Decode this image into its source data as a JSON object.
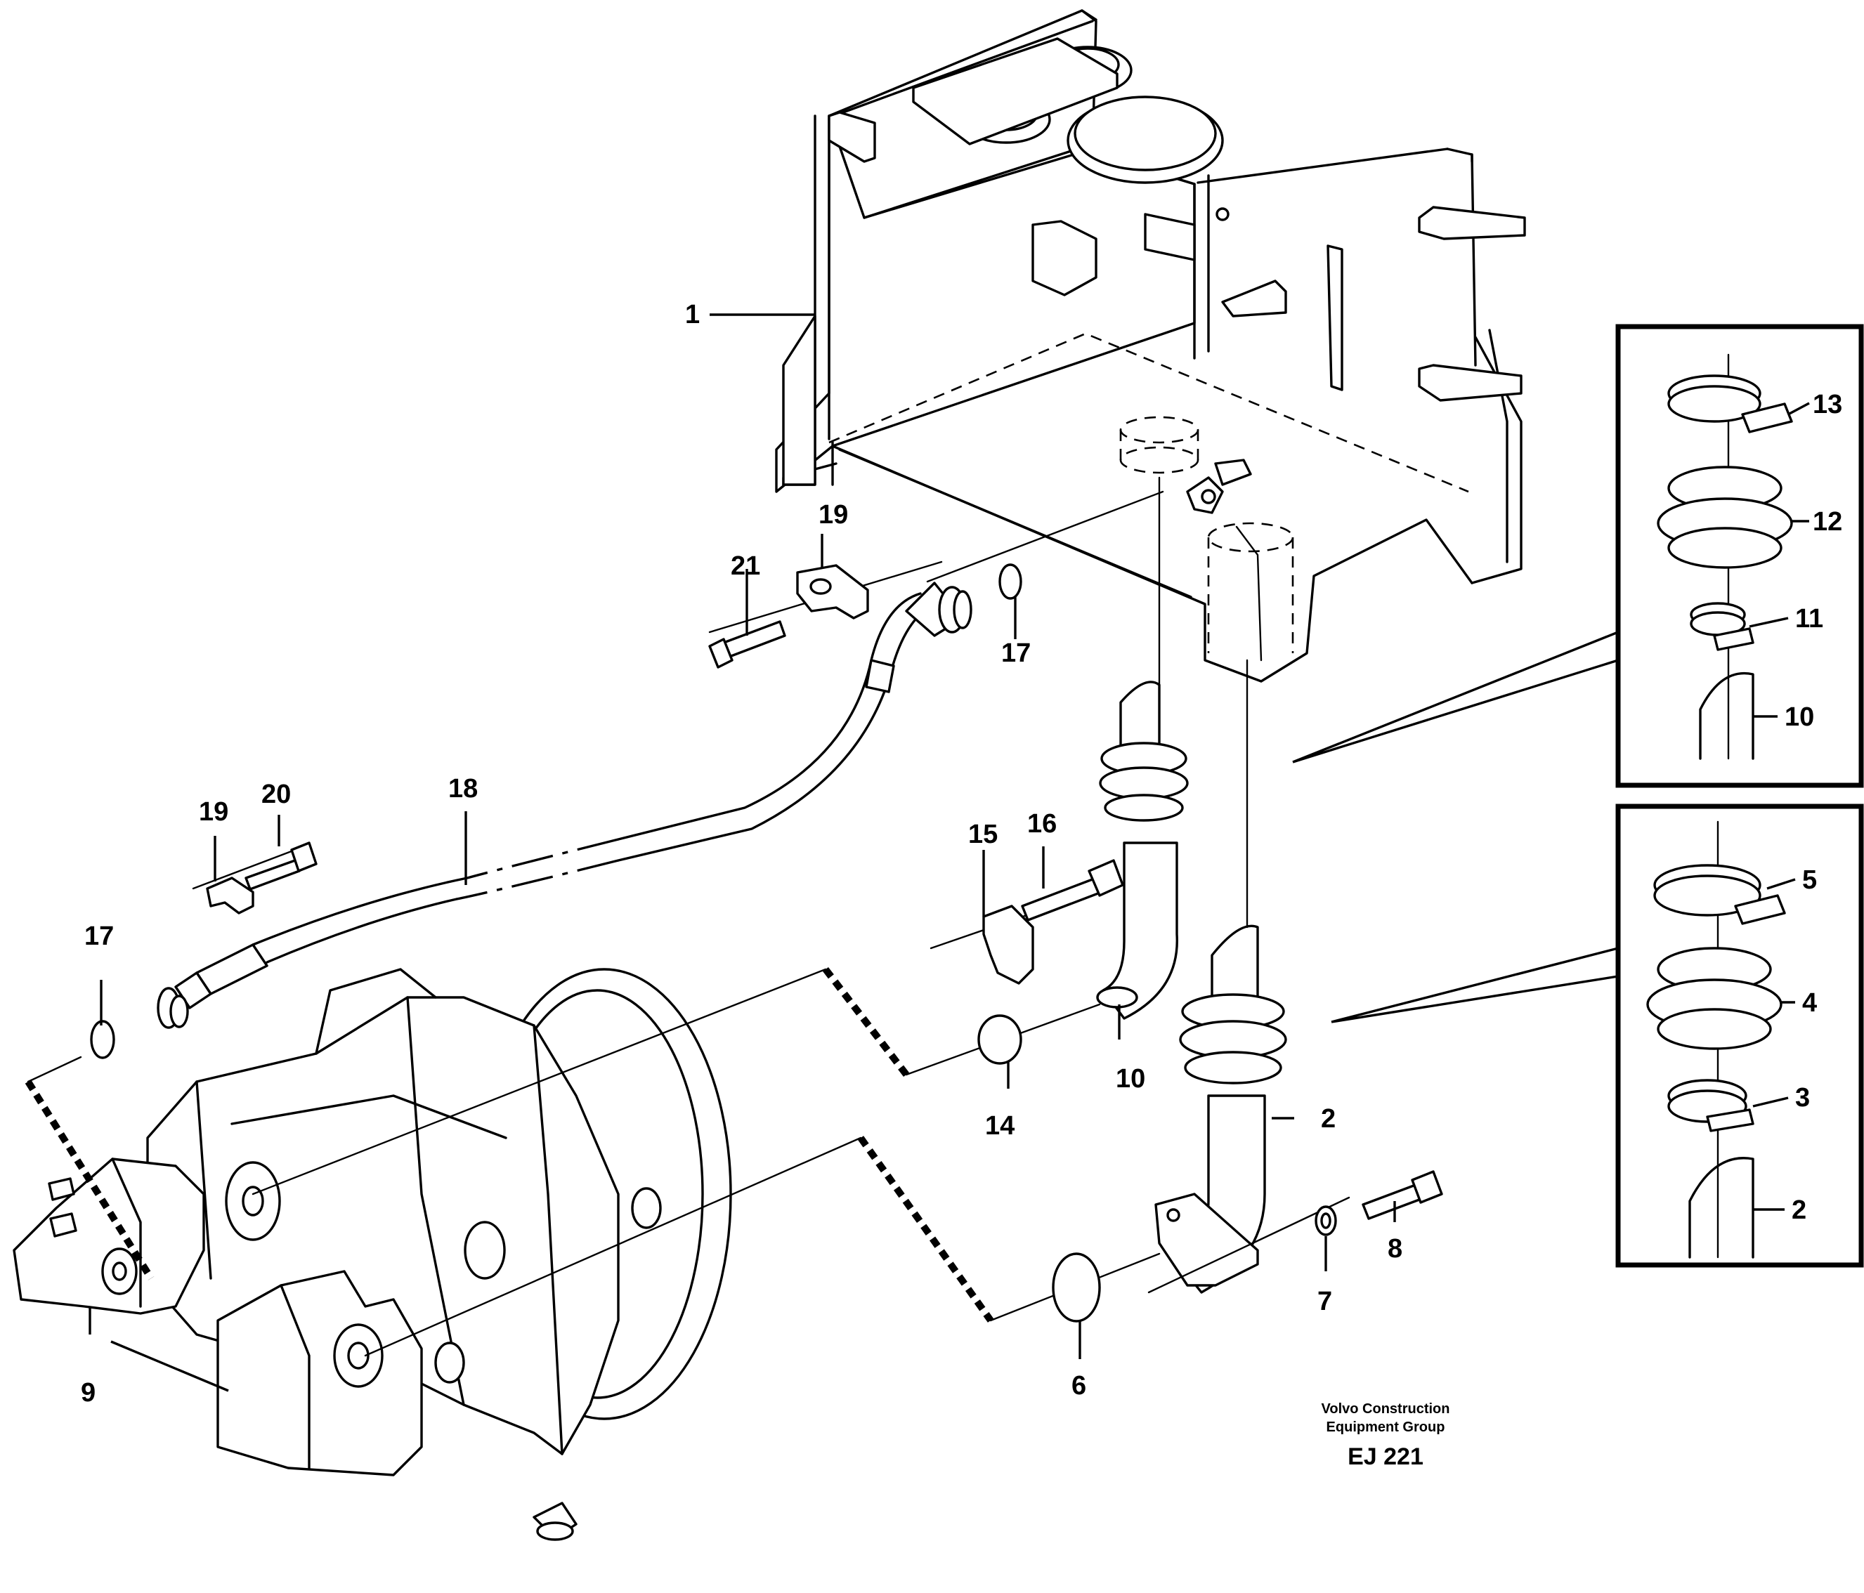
{
  "callouts": {
    "c1": "1",
    "c2": "2",
    "c2b": "2",
    "c3": "3",
    "c4": "4",
    "c5": "5",
    "c6": "6",
    "c7": "7",
    "c8": "8",
    "c9": "9",
    "c10": "10",
    "c10b": "10",
    "c11": "11",
    "c12": "12",
    "c13": "13",
    "c14": "14",
    "c15": "15",
    "c16": "16",
    "c17a": "17",
    "c17b": "17",
    "c18": "18",
    "c19a": "19",
    "c19b": "19",
    "c20": "20",
    "c21": "21"
  },
  "footer": {
    "brand_line1": "Volvo Construction",
    "brand_line2": "Equipment Group",
    "code": "EJ 221"
  },
  "icons": [
    "hydraulic-tank",
    "suction-pipe",
    "hose-clamp",
    "rubber-sleeve",
    "o-ring",
    "flange-bolt",
    "washer",
    "hydraulic-pump",
    "hose",
    "flange-half"
  ]
}
